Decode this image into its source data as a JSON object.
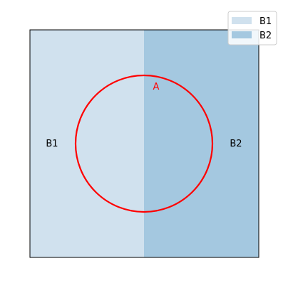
{
  "diagram": {
    "circle_label": "A",
    "regions": [
      {
        "id": "B1",
        "label": "B1",
        "color": "#d0e1ee"
      },
      {
        "id": "B2",
        "label": "B2",
        "color": "#a4c8e0"
      }
    ],
    "circle_color": "#ff0000",
    "border_color": "#000000"
  },
  "legend": {
    "items": [
      {
        "label": "B1",
        "color": "#d0e1ee"
      },
      {
        "label": "B2",
        "color": "#a4c8e0"
      }
    ]
  }
}
